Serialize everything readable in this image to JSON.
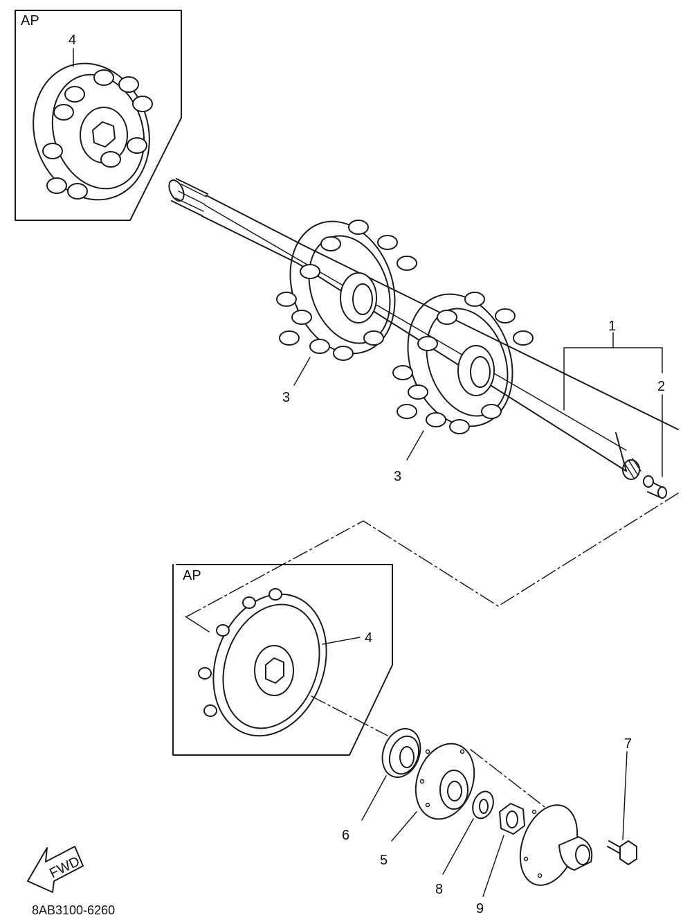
{
  "callouts": {
    "inset_top_tag": "AP",
    "inset_bottom_tag": "AP",
    "sprocket_top": "4",
    "sprocket_bottom": "4",
    "shaft_assy": "1",
    "plug": "2",
    "sprocket_left": "3",
    "sprocket_right": "3",
    "bearing": "6",
    "housing": "5",
    "washer": "8",
    "nut": "9",
    "bolt": "7"
  },
  "fwd_arrow": {
    "text": "FWD"
  },
  "diagram_code": "8AB3100-6260"
}
